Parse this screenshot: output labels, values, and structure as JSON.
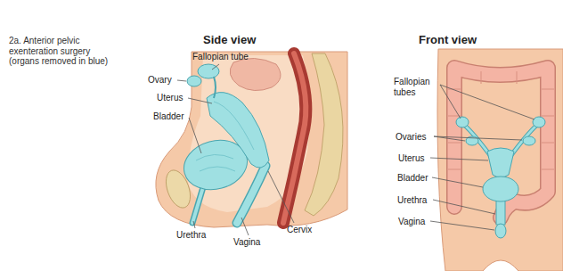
{
  "diagram": {
    "title": "2a. Anterior pelvic exenteration surgery (organs removed in blue)",
    "labels": [
      "Side view",
      "Front view",
      "Ovary",
      "Fallopian tube",
      "Uterus",
      "Bladder",
      "Urethra",
      "Vagina",
      "Cervix",
      "Fallopian tubes",
      "Ovaries",
      "Uterus",
      "Bladder",
      "Urethra",
      "Vagina"
    ]
  }
}
